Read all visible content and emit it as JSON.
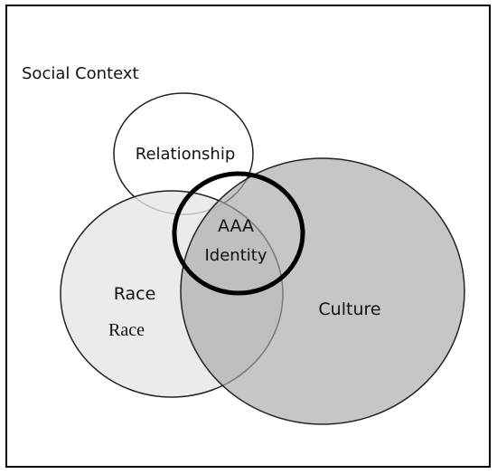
{
  "diagram": {
    "context_label": "Social Context",
    "relationship_label": "Relationship",
    "race_label_primary": "Race",
    "race_label_secondary": "Race",
    "culture_label": "Culture",
    "identity_label_line1": "AAA",
    "identity_label_line2": "Identity"
  },
  "colors": {
    "border": "#000000",
    "race_fill": "#ececec",
    "culture_fill": "#c4c4c4",
    "identity_ring": "#000000"
  }
}
